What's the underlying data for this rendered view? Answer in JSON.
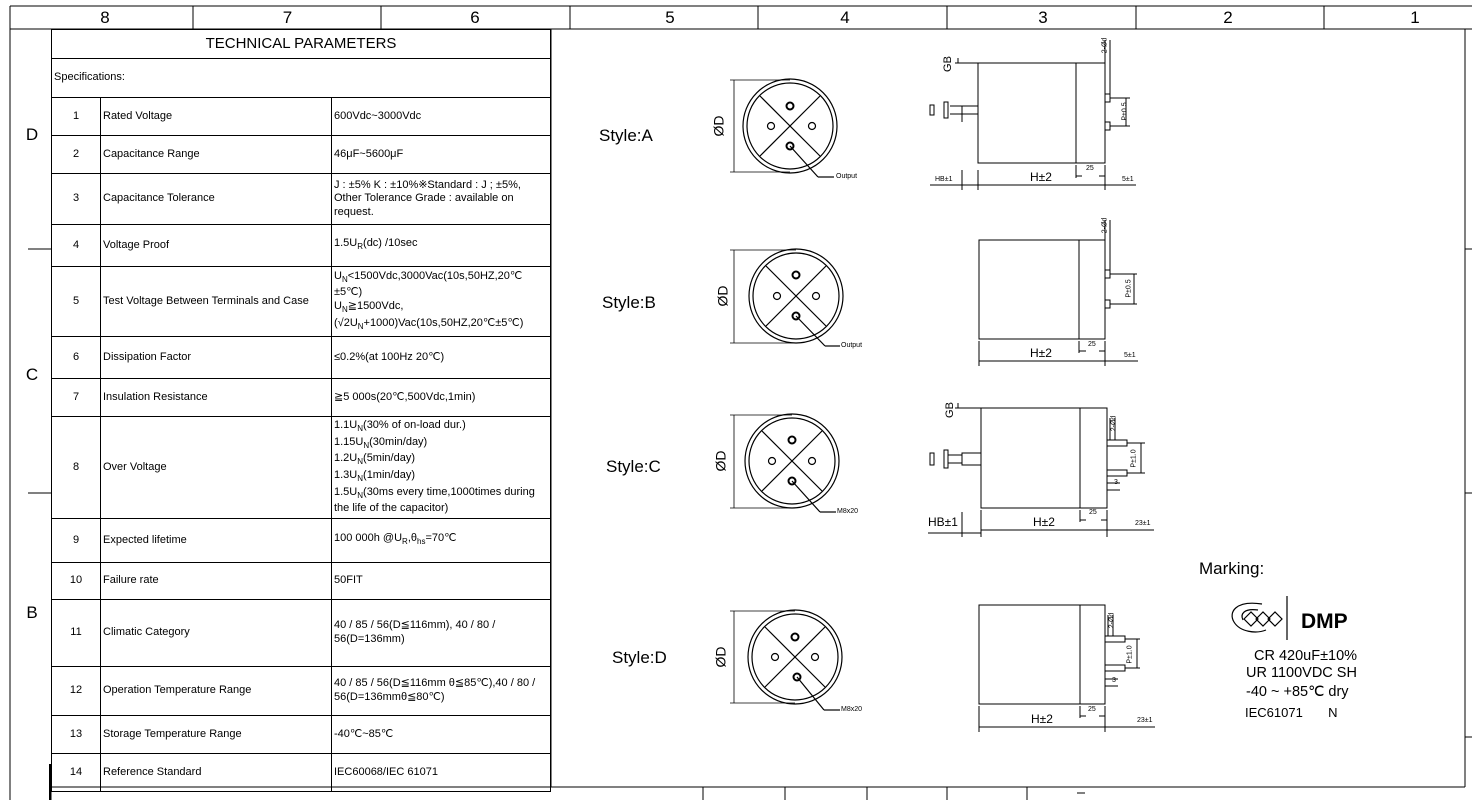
{
  "frame": {
    "columns": [
      "8",
      "7",
      "6",
      "5",
      "4",
      "3",
      "2",
      "1"
    ],
    "rows": [
      "D",
      "C",
      "B"
    ]
  },
  "table": {
    "title": "TECHNICAL PARAMETERS",
    "subtitle": "Specifications:",
    "rows": [
      {
        "no": "1",
        "name": "Rated Voltage",
        "value": "600Vdc~3000Vdc"
      },
      {
        "no": "2",
        "name": "Capacitance Range",
        "value": "46μF~5600μF"
      },
      {
        "no": "3",
        "name": "Capacitance Tolerance",
        "value": "J : ±5% K : ±10%※Standard : J ; ±5%, Other Tolerance Grade : available on request."
      },
      {
        "no": "4",
        "name": "Voltage Proof",
        "value": "1.5U"
      },
      {
        "no": "5",
        "name": "Test Voltage Between Terminals and Case",
        "value": "U"
      },
      {
        "no": "6",
        "name": "Dissipation Factor",
        "value": "≤0.2%(at 100Hz 20℃)"
      },
      {
        "no": "7",
        "name": "Insulation Resistance",
        "value": "≧5 000s(20℃,500Vdc,1min)"
      },
      {
        "no": "8",
        "name": "Over Voltage",
        "value": "1.1U"
      },
      {
        "no": "9",
        "name": "Expected lifetime",
        "value": "100 000h @U"
      },
      {
        "no": "10",
        "name": "Failure rate",
        "value": "50FIT"
      },
      {
        "no": "11",
        "name": "Climatic Category",
        "value": " 40 / 85 / 56(D≦116mm), 40 / 80 / 56(D=136mm)"
      },
      {
        "no": "12",
        "name": "Operation Temperature Range",
        "value": "40 / 85 / 56(D≦116mm θ≦85℃),40 / 80 / 56(D=136mmθ≦80℃)"
      },
      {
        "no": "13",
        "name": "Storage Temperature Range",
        "value": "-40℃~85℃"
      },
      {
        "no": "14",
        "name": "Reference Standard",
        "value": "IEC60068/IEC 61071"
      }
    ],
    "rich": {
      "r4_sub": "R",
      "r4_tail": "(dc) /10sec",
      "r5_a_sub": "N",
      "r5_a_tail": "<1500Vdc,3000Vac(10s,50HZ,20℃±5℃)",
      "r5_b_pre": "U",
      "r5_b_sub": "N",
      "r5_b_mid": "≧1500Vdc,(√2U",
      "r5_b_sub2": "N",
      "r5_b_tail": "+1000)Vac(10s,50HZ,20℃±5℃)",
      "r8_l1_sub": "N",
      "r8_l1_tail": "(30% of on-load dur.)",
      "r8_l2_pre": "1.15U",
      "r8_l2_sub": "N",
      "r8_l2_tail": "(30min/day)",
      "r8_l3_pre": "1.2U",
      "r8_l3_sub": "N",
      "r8_l3_tail": "(5min/day)",
      "r8_l4_pre": "1.3U",
      "r8_l4_sub": "N",
      "r8_l4_tail": "(1min/day)",
      "r8_l5_pre": "1.5U",
      "r8_l5_sub": "N",
      "r8_l5_tail": "(30ms every time,1000times during the life of the capacitor)",
      "r9_sub": "R",
      "r9_mid": ",θ",
      "r9_sub2": "hs",
      "r9_tail": "=70℃"
    }
  },
  "styles": [
    {
      "label": "Style:A",
      "terminal_note": "Output"
    },
    {
      "label": "Style:B",
      "terminal_note": "Output"
    },
    {
      "label": "Style:C",
      "terminal_note": "M8x20"
    },
    {
      "label": "Style:D",
      "terminal_note": "M8x20"
    }
  ],
  "dims": {
    "diameter": "ØD",
    "height": "H±2",
    "gb": "GB",
    "hb_small": "HB±1",
    "hb_large": "HB±1",
    "d25": "25",
    "s5": "5±1",
    "s23": "23±1",
    "hole": "2-Ød",
    "p05": "P±0.5",
    "p10": "P±1.0",
    "three": "3"
  },
  "marking": {
    "title": "Marking:",
    "brand": "DMP",
    "line1": "CR 420uF±10%",
    "line2": "UR 1100VDC SH",
    "line3": "-40 ~ +85℃  dry",
    "line4": "IEC61071       N"
  }
}
